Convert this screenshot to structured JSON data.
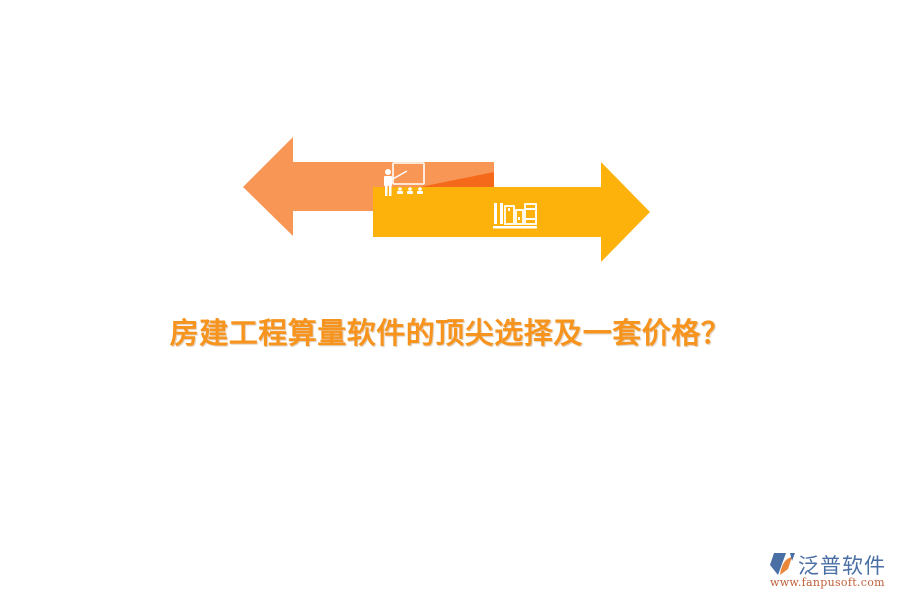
{
  "colors": {
    "left_arrow": "#f79655",
    "left_arrow_accent": "#f56a1a",
    "right_arrow": "#fcb20a",
    "title": "#f7941d",
    "icon": "#ffffff",
    "logo_blue": "#4a6fa5",
    "logo_orange": "#e8873a"
  },
  "diagram": {
    "left_arrow": {
      "icon": "teacher-presentation-icon",
      "direction": "left"
    },
    "right_arrow": {
      "icon": "bookshelf-icon",
      "direction": "right"
    }
  },
  "title": "房建工程算量软件的顶尖选择及一套价格？",
  "logo": {
    "name": "泛普软件",
    "url": "www.fanpusoft.com"
  }
}
